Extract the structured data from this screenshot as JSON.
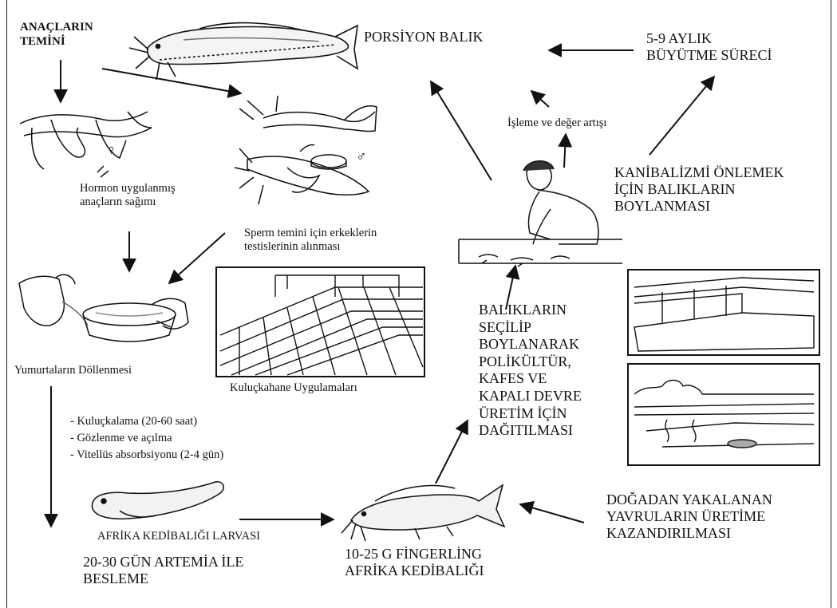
{
  "labels": {
    "broodstock": "ANAÇLARIN\nTEMİNİ",
    "portion_fish": "PORSİYON BALIK",
    "growout": "5-9 AYLIK\nBÜYÜTME SÜRECİ",
    "processing": "İşleme ve değer artışı",
    "grading": "KANİBALİZMİ ÖNLEMEK\nİÇİN BALIKLARIN\nBOYLANMASI",
    "stripping": "Hormon uygulanmış\nanaçların sağımı",
    "sperm": "Sperm temini için erkeklerin\ntestislerinin alınması",
    "fertilization": "Yumurtaların Döllenmesi",
    "hatchery": "Kuluçkahane Uygulamaları",
    "distribution": "BALIKLARIN\nSEÇİLİP\nBOYLANARAK\nPOLİKÜLTÜR,\nKAFES VE\nKAPALI DEVRE\nÜRETİM İÇİN\nDAĞITILMASI",
    "incubation": "- Kuluçkalama (20-60 saat)\n- Gözlenme ve açılma\n- Vitellüs absorbsiyonu (2-4 gün)",
    "larva": "AFRİKA KEDİBALIĞI LARVASI",
    "artemia": "20-30 GÜN ARTEMİA İLE\nBESLEME",
    "fingerling": "10-25 G FİNGERLİNG\nAFRİKA KEDİBALIĞI",
    "wild_fry": "DOĞADAN YAKALANAN\nYAVRULARIN ÜRETİME\nKAZANDIRILMASI",
    "female_symbol": "♀",
    "male_symbol": "♂"
  }
}
